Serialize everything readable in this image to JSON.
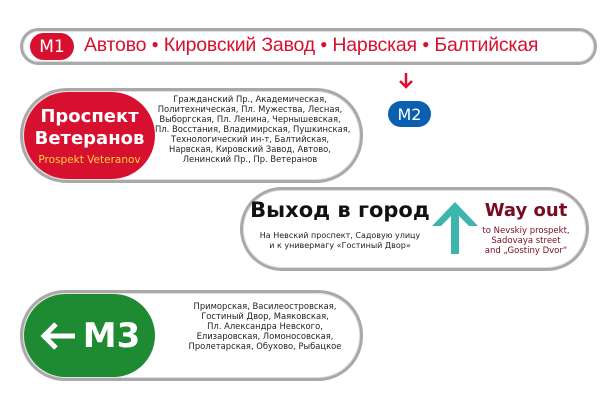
{
  "colors": {
    "red": "#d8102f",
    "blue": "#0a5fb0",
    "green": "#1e8a32",
    "teal": "#3db5ad",
    "maroon": "#7a0c22",
    "yellow": "#ffd23c"
  },
  "line1_sign": {
    "badge": "M1",
    "stations": [
      "Автово",
      "Кировский Завод",
      "Нарвская",
      "Балтийская"
    ],
    "separator": "●"
  },
  "transfer": {
    "arrow_icon": "arrow-down-icon",
    "badge": "M2"
  },
  "terminal_sign": {
    "title_ru": [
      "Проспект",
      "Ветеранов"
    ],
    "title_en": "Prospekt Veteranov",
    "stations": [
      "Гражданский Пр., Академическая,",
      "Политехническая, Пл. Мужества, Лесная,",
      "Выборгская, Пл. Ленина, Чернышевская,",
      "Пл. Восстания, Владимирская, Пушкинская,",
      "Технологический ин-т, Балтийская,",
      "Нарвская, Кировский Завод, Автово,",
      "Ленинский Пр., Пр. Ветеранов"
    ]
  },
  "exit_sign": {
    "title_ru": "Выход в город",
    "subtitle_ru": [
      "На Невский проспект, Садовую улицу",
      "и к универмагу «Гостиный Двор»"
    ],
    "arrow_icon": "arrow-up-icon",
    "title_en": "Way out",
    "subtitle_en": [
      "to Nevskiy prospekt,",
      "Sadovaya street",
      "and „Gostiny Dvor“"
    ]
  },
  "line3_sign": {
    "arrow_icon": "arrow-left-icon",
    "badge": "M3",
    "stations": [
      "Приморская, Василеостровская,",
      "Гостиный Двор, Маяковская,",
      "Пл. Александра Невского,",
      "Елизаровская, Ломоносовская,",
      "Пролетарская, Обухово, Рыбацкое"
    ]
  }
}
